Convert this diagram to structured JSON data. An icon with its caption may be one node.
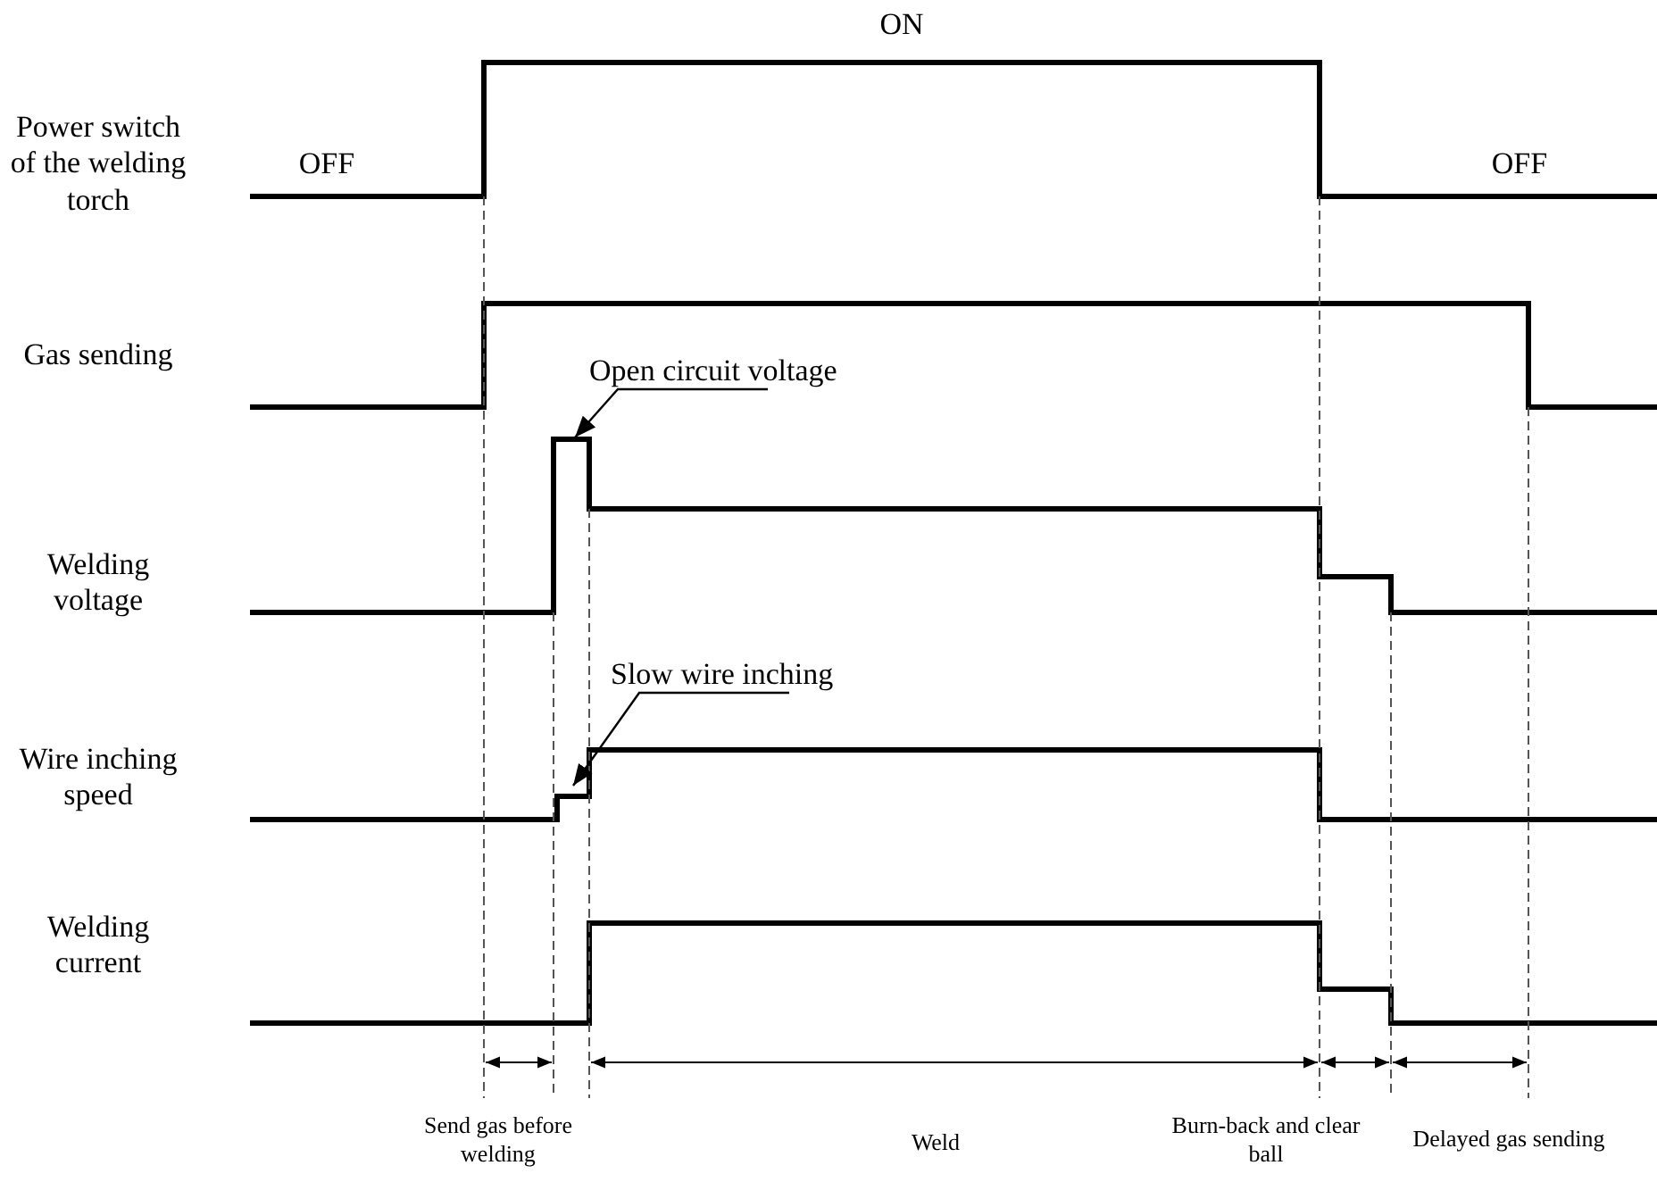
{
  "diagram": {
    "nodes": [
      {
        "text": [
          "Open circuit voltage"
        ]
      },
      {
        "text": [
          "Slow wire inching"
        ]
      }
    ],
    "edges": [
      {
        "from": 0,
        "to": null,
        "arrow": "to"
      },
      {
        "from": 1,
        "to": null,
        "arrow": "to"
      }
    ],
    "labels": [
      "ON",
      "Power switch of the welding torch",
      "OFF",
      "OFF",
      "Gas sending",
      "Welding voltage",
      "Wire inching speed",
      "Welding current",
      "Send gas before welding",
      "Weld",
      "Burn-back and clear ball",
      "Delayed gas sending"
    ]
  }
}
